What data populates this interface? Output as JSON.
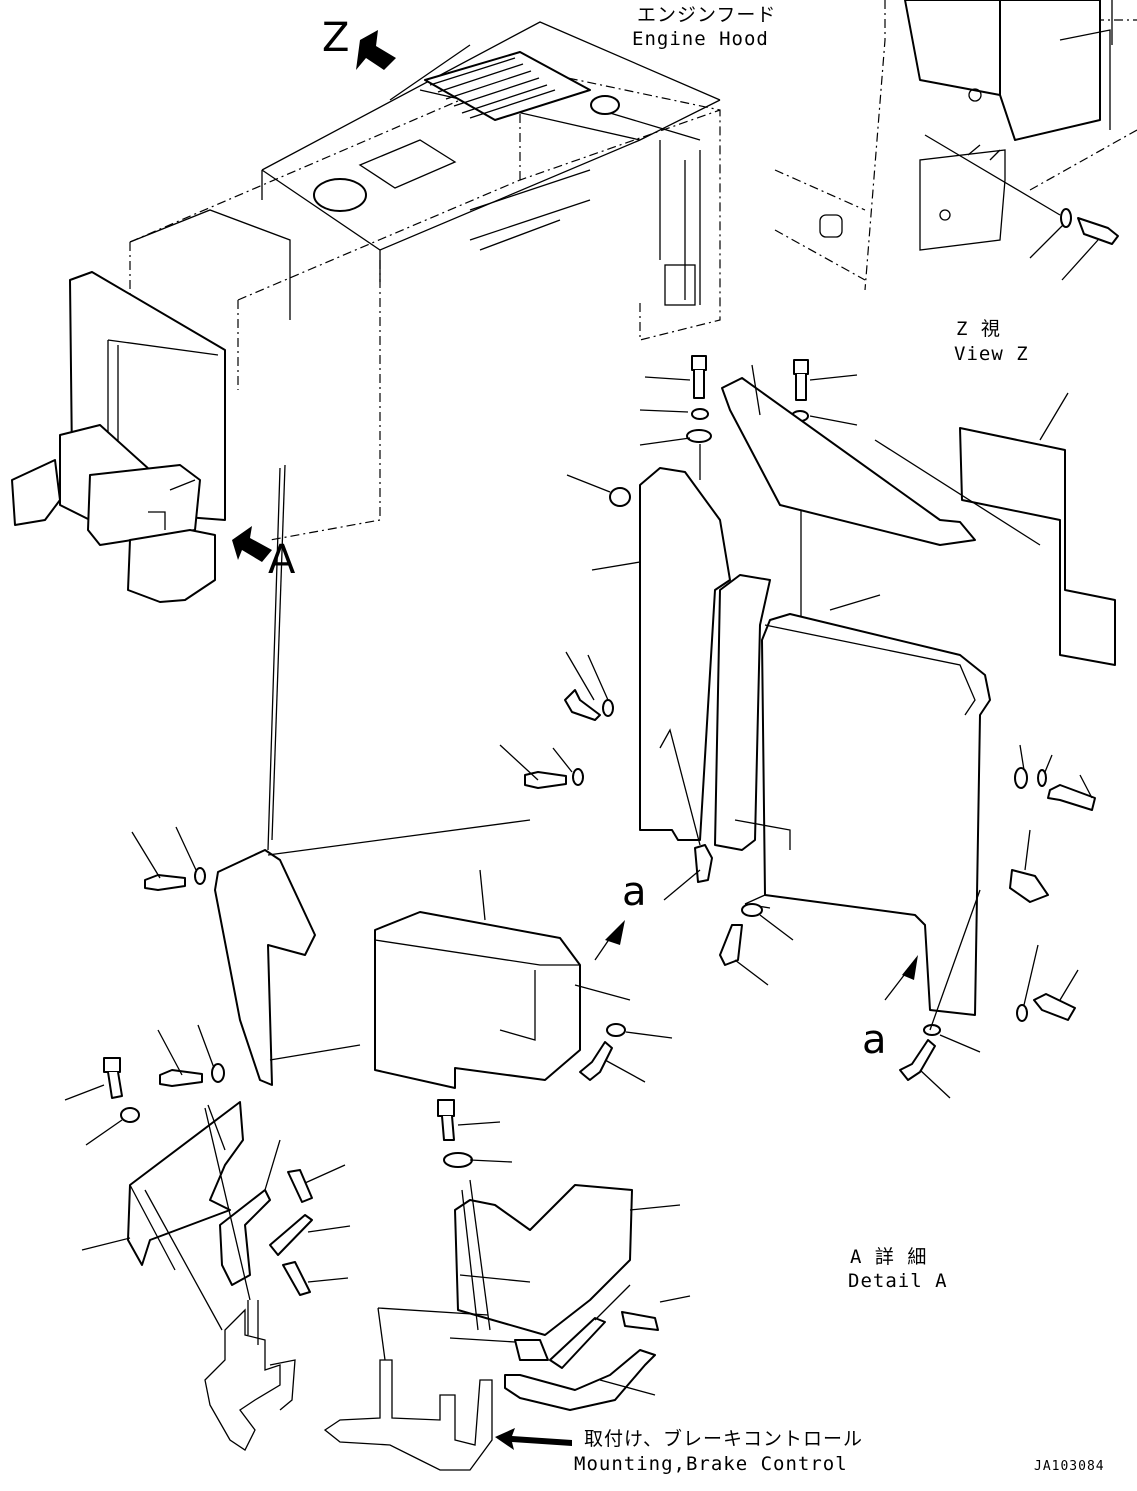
{
  "labels": {
    "engine_hood_jp": "エンジンフード",
    "engine_hood_en": "Engine Hood",
    "view_z_jp": "Z 視",
    "view_z_en": "View Z",
    "detail_a_jp": "A 詳 細",
    "detail_a_en": "Detail A",
    "mounting_jp": "取付け、ブレーキコントロール",
    "mounting_en": "Mounting,Brake Control",
    "drawing_no": "JA103084",
    "callout_z": "Z",
    "callout_a": "A",
    "ref_a1": "a",
    "ref_a2": "a"
  },
  "icons": {
    "arrow_z": "arrow-right-down-icon",
    "arrow_a": "arrow-up-left-icon",
    "arrow_a_ref": "arrow-up-right-icon",
    "arrow_mounting": "arrow-left-icon"
  }
}
